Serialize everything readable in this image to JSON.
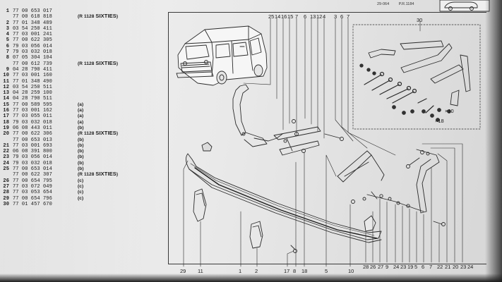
{
  "header": {
    "ref": "29-064",
    "page_ref": "P.R.1184"
  },
  "parts": [
    {
      "num": "1",
      "code": "77 00 653 017",
      "note": "",
      "model": ""
    },
    {
      "num": "",
      "code": "77 00 618 818",
      "note": "(R 1128 ",
      "model": "SIXTIES"
    },
    {
      "num": "2",
      "code": "77 01 348 489",
      "note": "",
      "model": ""
    },
    {
      "num": "3",
      "code": "03 54 250 411",
      "note": "",
      "model": ""
    },
    {
      "num": "4",
      "code": "77 03 001 241",
      "note": "",
      "model": ""
    },
    {
      "num": "5",
      "code": "77 00 622 305",
      "note": "",
      "model": ""
    },
    {
      "num": "6",
      "code": "79 03 056 014",
      "note": "",
      "model": ""
    },
    {
      "num": "7",
      "code": "79 03 032 018",
      "note": "",
      "model": ""
    },
    {
      "num": "8",
      "code": "07 05 304 104",
      "note": "",
      "model": ""
    },
    {
      "num": "",
      "code": "77 00 612 739",
      "note": "(R 1128 ",
      "model": "SIXTIES"
    },
    {
      "num": "9",
      "code": "04 28 790 411",
      "note": "",
      "model": ""
    },
    {
      "num": "10",
      "code": "77 03 001 160",
      "note": "",
      "model": ""
    },
    {
      "num": "11",
      "code": "77 01 348 490",
      "note": "",
      "model": ""
    },
    {
      "num": "12",
      "code": "03 54 250 511",
      "note": "",
      "model": ""
    },
    {
      "num": "13",
      "code": "04 28 259 100",
      "note": "",
      "model": ""
    },
    {
      "num": "14",
      "code": "04 28 790 511",
      "note": "",
      "model": ""
    },
    {
      "num": "15",
      "code": "77 00 589 595",
      "note": "(a)",
      "model": ""
    },
    {
      "num": "16",
      "code": "77 03 001 162",
      "note": "(a)",
      "model": ""
    },
    {
      "num": "17",
      "code": "77 03 055 011",
      "note": "(a)",
      "model": ""
    },
    {
      "num": "18",
      "code": "79 03 032 018",
      "note": "(a)",
      "model": ""
    },
    {
      "num": "19",
      "code": "06 08 443 011",
      "note": "(b)",
      "model": ""
    },
    {
      "num": "20",
      "code": "77 00 622 306",
      "note": "(R 1128 ",
      "model": "SIXTIES"
    },
    {
      "num": "",
      "code": "77 00 653 013",
      "note": "(b)",
      "model": ""
    },
    {
      "num": "21",
      "code": "77 03 001 693",
      "note": "(b)",
      "model": ""
    },
    {
      "num": "22",
      "code": "06 08 391 800",
      "note": "(b)",
      "model": ""
    },
    {
      "num": "23",
      "code": "79 03 056 014",
      "note": "(b)",
      "model": ""
    },
    {
      "num": "24",
      "code": "79 03 032 018",
      "note": "(b)",
      "model": ""
    },
    {
      "num": "25",
      "code": "77 00 653 014",
      "note": "(b)",
      "model": ""
    },
    {
      "num": "",
      "code": "77 00 622 307",
      "note": "(R 1128 ",
      "model": "SIXTIES"
    },
    {
      "num": "26",
      "code": "77 00 654 795",
      "note": "(c)",
      "model": ""
    },
    {
      "num": "27",
      "code": "77 03 072 049",
      "note": "(c)",
      "model": ""
    },
    {
      "num": "28",
      "code": "77 03 053 654",
      "note": "(c)",
      "model": ""
    },
    {
      "num": "29",
      "code": "77 00 654 796",
      "note": "(c)",
      "model": ""
    },
    {
      "num": "30",
      "code": "77 01 457 670",
      "note": "",
      "model": ""
    }
  ],
  "callouts_top": [
    "25",
    "14",
    "16",
    "15",
    "7",
    "6",
    "13",
    "12",
    "4",
    "3",
    "6",
    "7"
  ],
  "callout_kit": "30",
  "callouts_kit_small": [
    "×10",
    "×18"
  ],
  "callouts_bottom": [
    "29",
    "11",
    "1",
    "2",
    "17",
    "8",
    "18",
    "5",
    "10",
    "28",
    "26",
    "27",
    "9",
    "24",
    "23",
    "19",
    "5",
    "6",
    "7",
    "22",
    "21",
    "20",
    "23",
    "24"
  ]
}
